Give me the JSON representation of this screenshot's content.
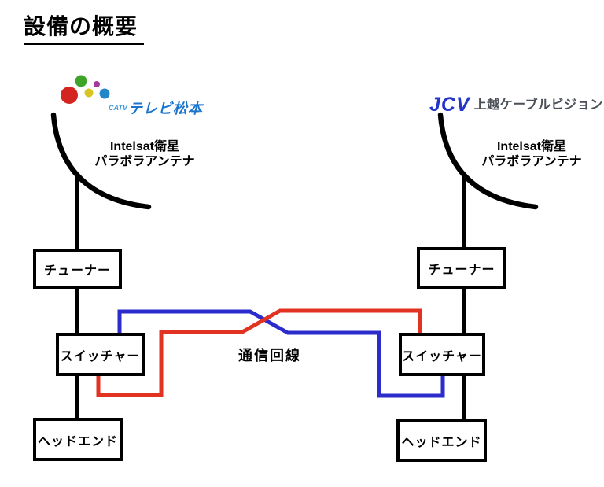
{
  "title": "設備の概要",
  "left": {
    "logo": {
      "prefix": "CATV",
      "name": "テレビ松本"
    },
    "antenna": {
      "line1": "Intelsat衛星",
      "line2": "パラボラアンテナ"
    },
    "tuner": "チューナー",
    "switcher": "スイッチャー",
    "headend": "ヘッドエンド"
  },
  "right": {
    "logo": {
      "name": "JCV",
      "subtitle": "上越ケーブルビジョン"
    },
    "antenna": {
      "line1": "Intelsat衛星",
      "line2": "パラボラアンテナ"
    },
    "tuner": "チューナー",
    "switcher": "スイッチャー",
    "headend": "ヘッドエンド"
  },
  "link": {
    "label": "通信回線"
  },
  "colors": {
    "black_line": "#000000",
    "red_line": "#e23222",
    "blue_line": "#2c2ccc",
    "logo_text_blue": "#1b74cc",
    "logo_prefix_blue": "#3b9ad8",
    "jcv_blue": "#2334c8",
    "jcv_gray": "#4a4f58",
    "circle_red": "#d42420",
    "circle_green": "#3fa32a",
    "circle_yellow": "#d9c522",
    "circle_magenta": "#a43a9e",
    "circle_blue": "#2386c8"
  }
}
